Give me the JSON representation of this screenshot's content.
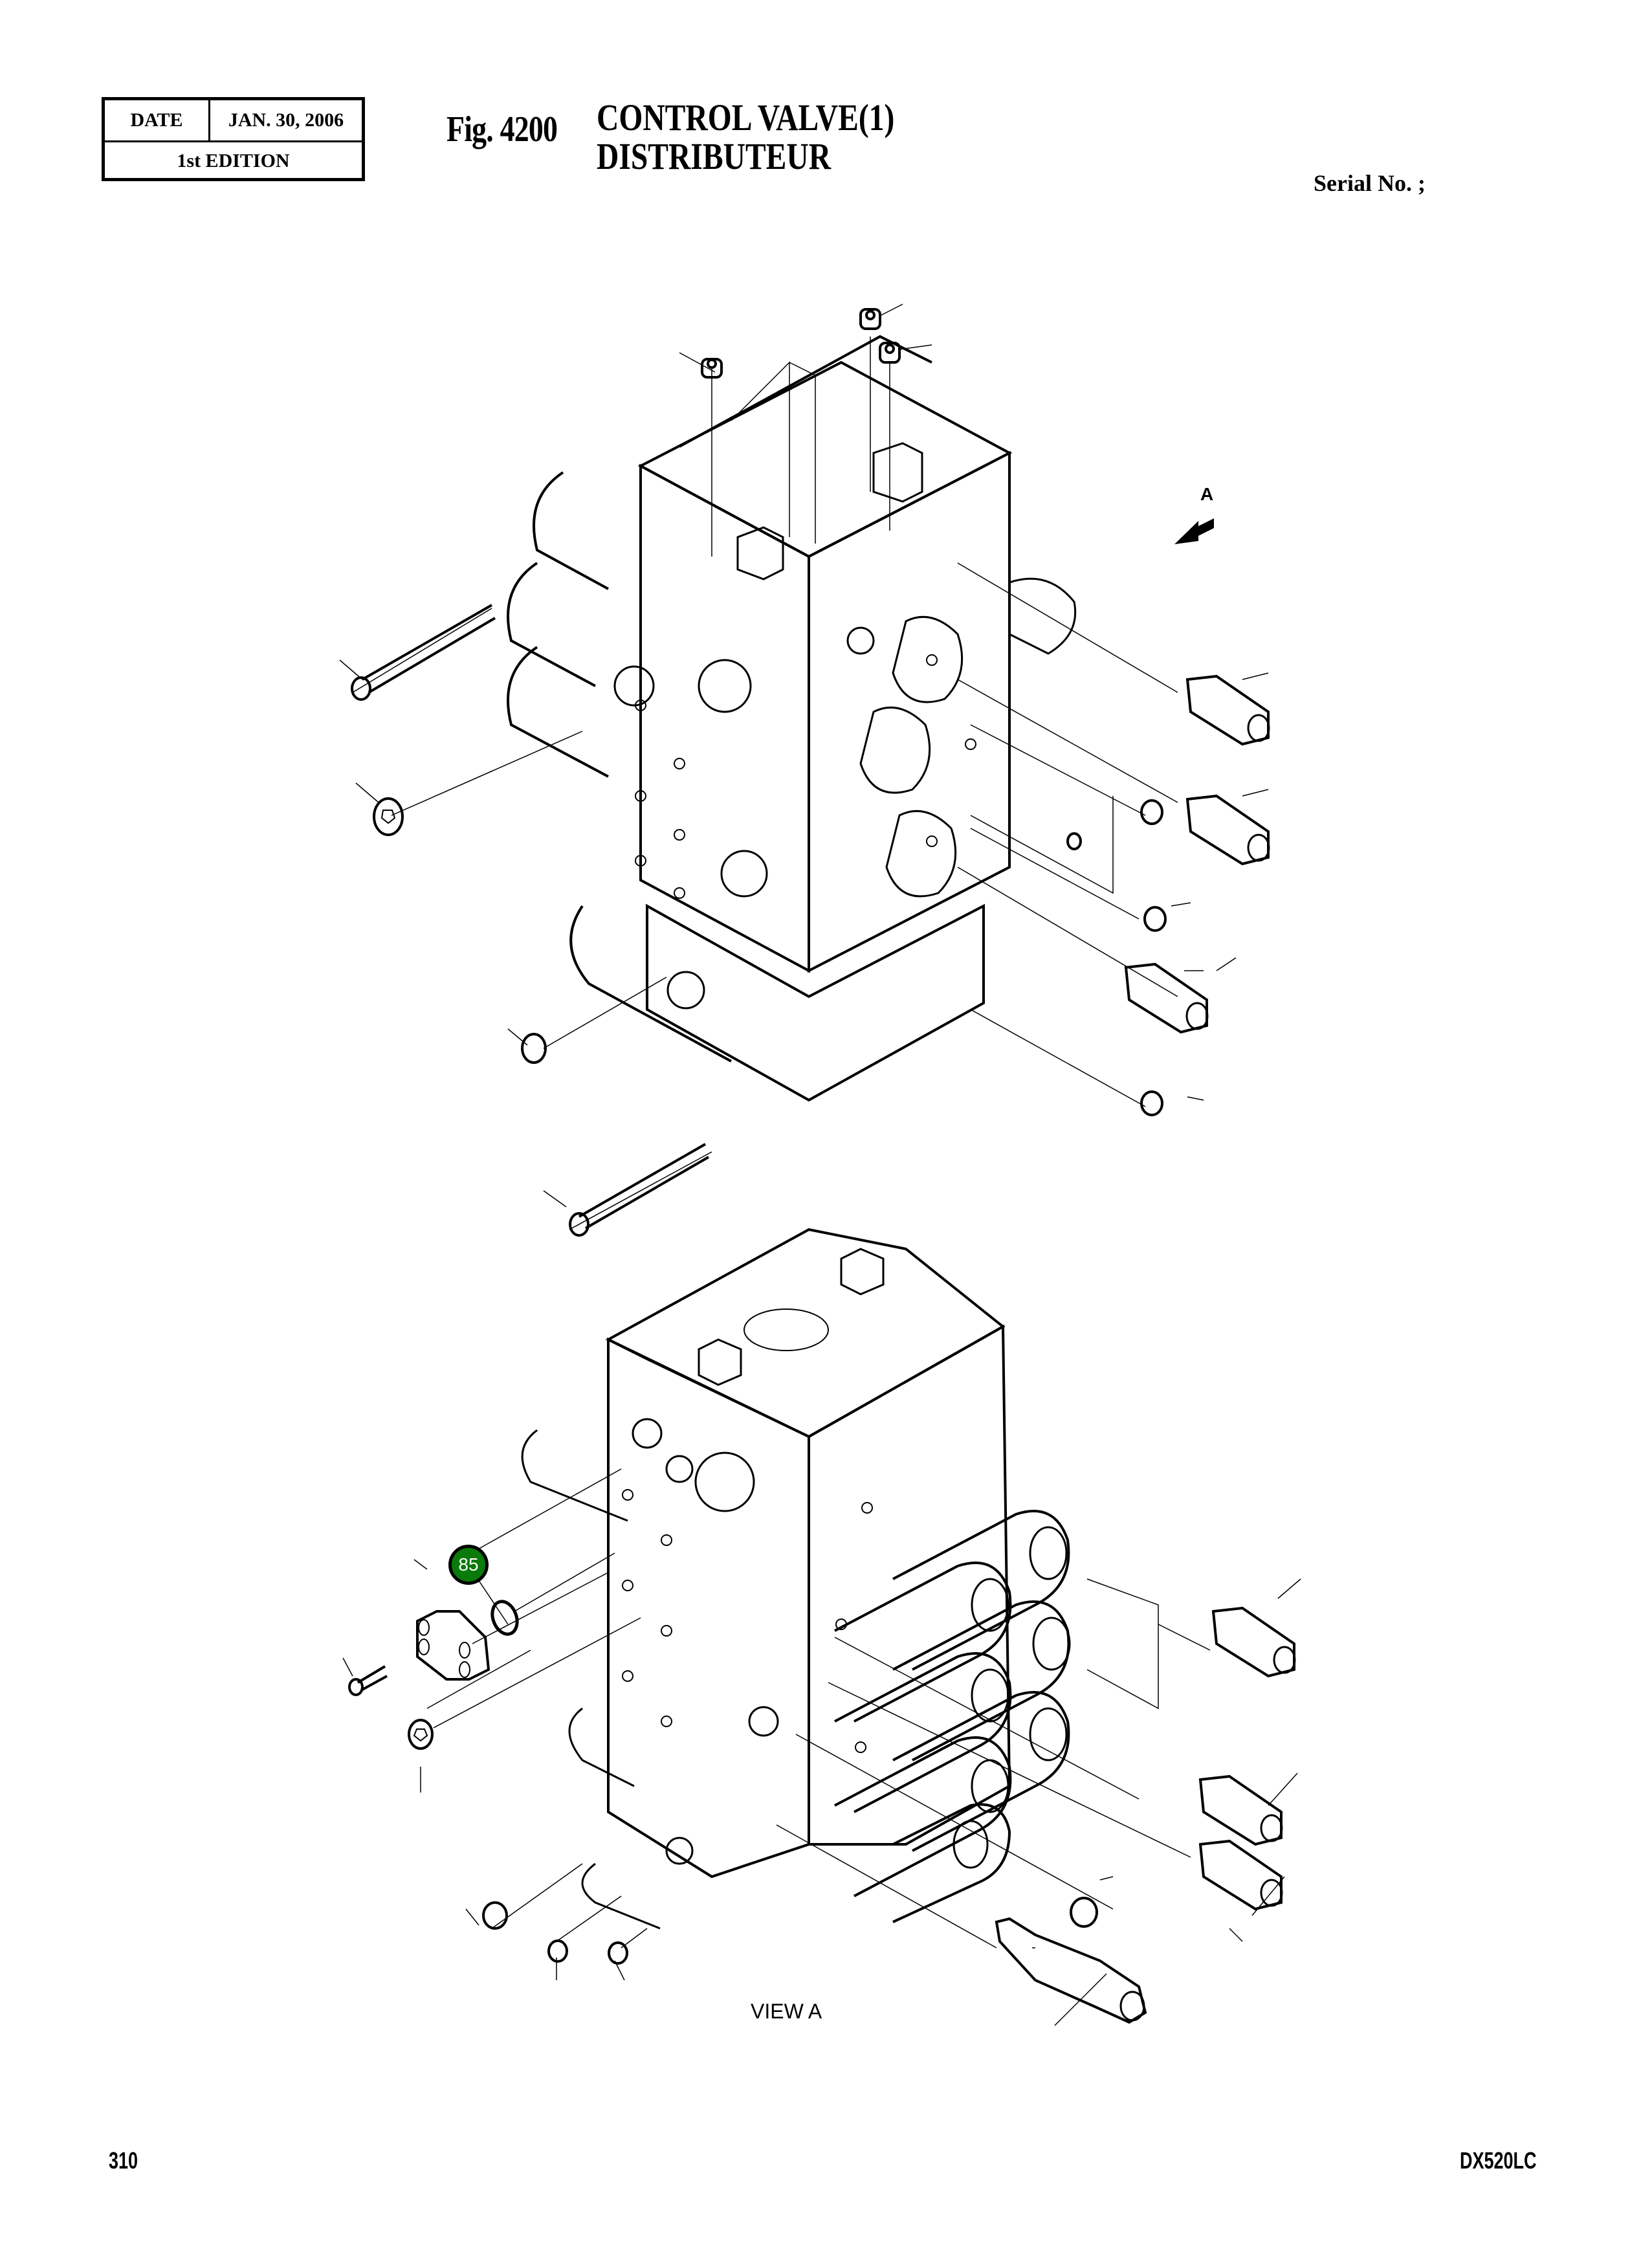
{
  "header": {
    "date_label": "DATE",
    "date_value": "JAN. 30, 2006",
    "edition": "1st EDITION",
    "figure_number": "Fig. 4200",
    "title_en": "CONTROL  VALVE(1)",
    "title_fr": "DISTRIBUTEUR",
    "serial_label": "Serial No. ;"
  },
  "drawing": {
    "arrow_label": "A",
    "view_label": "VIEW A",
    "callouts": [
      {
        "number": "85",
        "color": "#0a7a0a",
        "text_color": "#ffffff",
        "part": "o-ring"
      }
    ]
  },
  "footer": {
    "page_number": "310",
    "model": "DX520LC"
  }
}
